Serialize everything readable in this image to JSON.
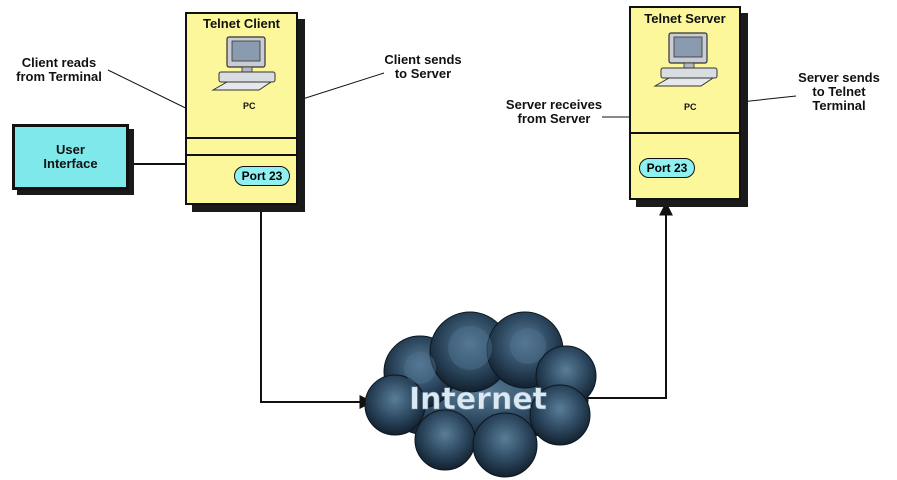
{
  "client": {
    "title": "Telnet Client",
    "pc_label": "PC",
    "port": "Port 23"
  },
  "server": {
    "title": "Telnet Server",
    "pc_label": "PC",
    "port": "Port 23"
  },
  "user_interface": {
    "line1": "User",
    "line2": "Interface"
  },
  "annotations": {
    "client_reads_1": "Client reads",
    "client_reads_2": "from Terminal",
    "client_sends_1": "Client sends",
    "client_sends_2": "to Server",
    "server_receives_1": "Server receives",
    "server_receives_2": "from Server",
    "server_sends_1": "Server sends",
    "server_sends_2": "to Telnet",
    "server_sends_3": "Terminal"
  },
  "cloud": {
    "label": "Internet"
  },
  "colors": {
    "box_fill": "#fbf79a",
    "ui_fill": "#7fe8ea",
    "port_fill": "#8ff0f2",
    "cloud_dark": "#1d3347",
    "cloud_mid": "#3c5a72"
  }
}
